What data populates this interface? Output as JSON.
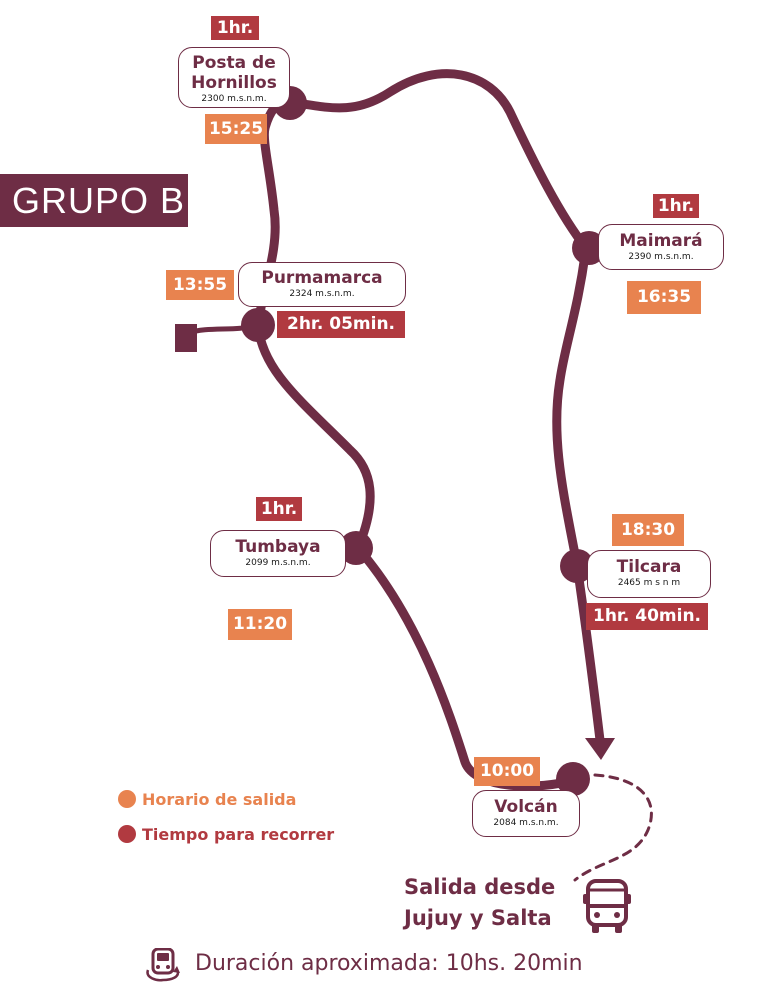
{
  "title": "GRUPO B",
  "colors": {
    "route": "#6e2d45",
    "departure": "#e8834f",
    "duration": "#b13a40"
  },
  "stops": {
    "hornillos": {
      "name_line1": "Posta de",
      "name_line2": "Hornillos",
      "altitude": "2300 m.s.n.m.",
      "departure": "15:25",
      "duration": "1hr."
    },
    "purmamarca": {
      "name": "Purmamarca",
      "altitude": "2324 m.s.n.m.",
      "departure": "13:55",
      "duration": "2hr. 05min."
    },
    "tumbaya": {
      "name": "Tumbaya",
      "altitude": "2099 m.s.n.m.",
      "departure": "11:20",
      "duration": "1hr."
    },
    "volcan": {
      "name": "Volcán",
      "altitude": "2084 m.s.n.m.",
      "departure": "10:00"
    },
    "tilcara": {
      "name": "Tilcara",
      "altitude": "2465 m s n m",
      "departure": "18:30",
      "duration": "1hr. 40min."
    },
    "maimara": {
      "name": "Maimará",
      "altitude": "2390 m.s.n.m.",
      "departure": "16:35",
      "duration": "1hr."
    }
  },
  "legend": {
    "departure_label": "Horario de salida",
    "duration_label": "Tiempo para recorrer"
  },
  "origin": {
    "line1": "Salida desde",
    "line2": "Jujuy y Salta",
    "icon": "bus-icon"
  },
  "total_duration": {
    "text": "Duración aproximada: 10hs. 20min",
    "icon": "train-icon"
  }
}
